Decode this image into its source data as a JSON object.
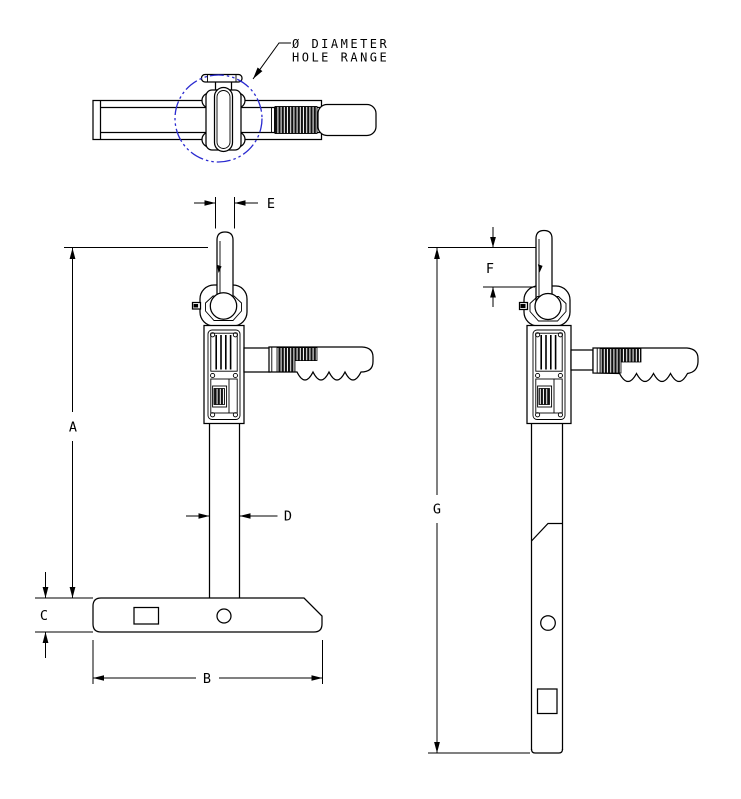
{
  "callout": {
    "line1": "Ø DIAMETER",
    "line2": "HOLE RANGE"
  },
  "dimensions": {
    "a": "A",
    "b": "B",
    "c": "C",
    "d": "D",
    "e": "E",
    "f": "F",
    "g": "G"
  },
  "colors": {
    "ink": "#000000",
    "phantom": "#2a2ad0",
    "paper": "#ffffff"
  }
}
